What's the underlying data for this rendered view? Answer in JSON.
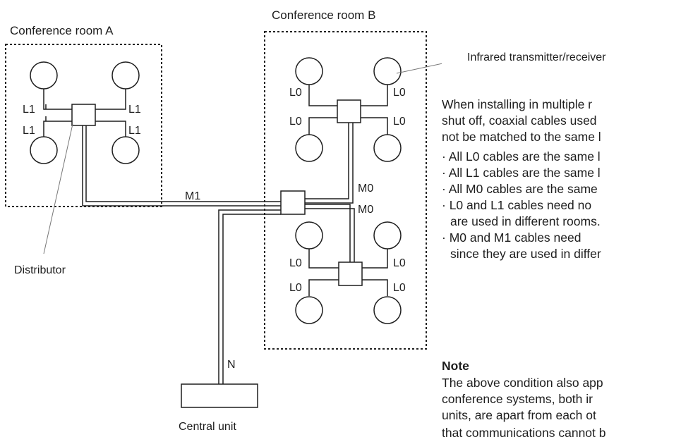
{
  "diagram": {
    "room_a_title": "Conference room A",
    "room_b_title": "Conference room B",
    "callout_transceiver": "Infrared transmitter/receiver",
    "callout_distributor": "Distributor",
    "central_unit_label": "Central unit",
    "cables": {
      "L0": "L0",
      "L1": "L1",
      "M0": "M0",
      "M1": "M1",
      "N": "N"
    }
  },
  "side_text": {
    "intro_lines": [
      "When installing in multiple r",
      "shut off, coaxial cables used",
      "not be matched to the same l"
    ],
    "bullets": [
      "· All L0 cables are the same l",
      "· All L1 cables are the same l",
      "· All M0 cables are the same",
      "·  L0 and L1 cables need no",
      "are used in different rooms.",
      "·   M0 and M1 cables need",
      "since they are used in differ"
    ],
    "note_heading": "Note",
    "note_lines": [
      "The above condition also app",
      "conference systems, both ir",
      "units, are apart from each ot",
      "that communications cannot b"
    ]
  }
}
